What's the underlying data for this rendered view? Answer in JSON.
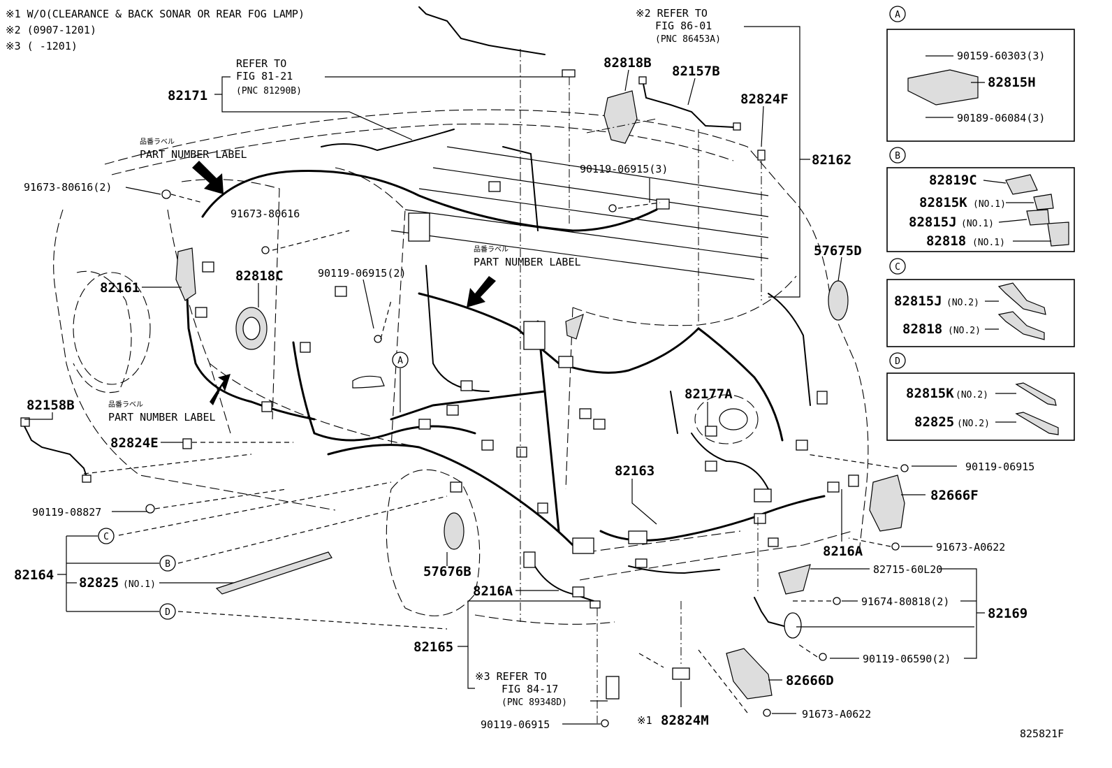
{
  "notes": {
    "n1": "※1 W/O(CLEARANCE & BACK SONAR OR REAR FOG LAMP)",
    "n2": "※2 (0907-1201)",
    "n3": "※3 (     -1201)"
  },
  "refs": {
    "r1_l1": "REFER TO",
    "r1_l2": "FIG 81-21",
    "r1_l3": "(PNC 81290B)",
    "r2_l1": "※2 REFER TO",
    "r2_l2": "FIG 86-01",
    "r2_l3": "(PNC 86453A)",
    "r3_l1": "※3 REFER TO",
    "r3_l2": "FIG 84-17",
    "r3_l3": "(PNC 89348D)"
  },
  "part_number_label": {
    "jp": "品番ラベル",
    "en": "PART NUMBER LABEL"
  },
  "parts": {
    "p82171": "82171",
    "p91673_80616_2": "91673-80616(2)",
    "p91673_80616": "91673-80616",
    "p82818C": "82818C",
    "p82161": "82161",
    "p82158B": "82158B",
    "p82824E": "82824E",
    "p90119_08827": "90119-08827",
    "p82164": "82164",
    "p82825": "82825",
    "p82825_no": "(NO.1)",
    "p57676B": "57676B",
    "p8216A_a": "8216A",
    "p82165": "82165",
    "p90119_06915_b": "90119-06915",
    "p82824M": "82824M",
    "p82824M_mark": "※1",
    "p82818B": "82818B",
    "p82157B": "82157B",
    "p82824F": "82824F",
    "p90119_06915_3": "90119-06915(3)",
    "p90119_06915_2": "90119-06915(2)",
    "p82162": "82162",
    "p57675D": "57675D",
    "p82177A": "82177A",
    "p82163": "82163",
    "p90119_06915_r": "90119-06915",
    "p82666F": "82666F",
    "p91673_A0622_a": "91673-A0622",
    "p8216A_b": "8216A",
    "p82715_60L20": "82715-60L20",
    "p91674_80818_2": "91674-80818(2)",
    "p82169": "82169",
    "p90119_06590_2": "90119-06590(2)",
    "p82666D": "82666D",
    "p91673_A0622_b": "91673-A0622"
  },
  "callouts": {
    "A": "A",
    "B": "B",
    "C": "C",
    "D": "D"
  },
  "panel_A": {
    "letter": "A",
    "i1": "90159-60303(3)",
    "i2": "82815H",
    "i3": "90189-06084(3)"
  },
  "panel_B": {
    "letter": "B",
    "i1": "82819C",
    "i2": "82815K",
    "i2n": "(NO.1)",
    "i3": "82815J",
    "i3n": "(NO.1)",
    "i4": "82818",
    "i4n": "(NO.1)"
  },
  "panel_C": {
    "letter": "C",
    "i1": "82815J",
    "i1n": "(NO.2)",
    "i2": "82818",
    "i2n": "(NO.2)"
  },
  "panel_D": {
    "letter": "D",
    "i1": "82815K",
    "i1n": "(NO.2)",
    "i2": "82825",
    "i2n": "(NO.2)"
  },
  "figure_id": "825821F"
}
